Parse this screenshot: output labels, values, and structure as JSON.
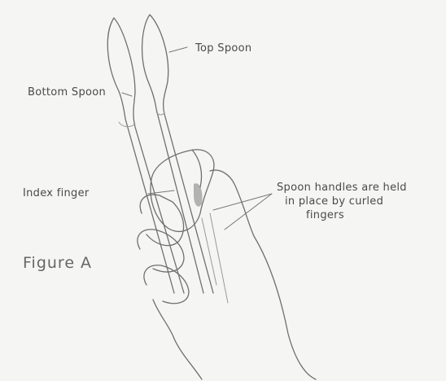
{
  "labels": {
    "top_spoon": "Top Spoon",
    "bottom_spoon": "Bottom Spoon",
    "index_finger": "Index finger",
    "note_line1": "Spoon handles are held",
    "note_line2": "in place by curled",
    "note_line3": "fingers",
    "figure": "Figure A"
  },
  "colors": {
    "paper": "#f5f5f3",
    "pencil": "#6f6f6f"
  }
}
